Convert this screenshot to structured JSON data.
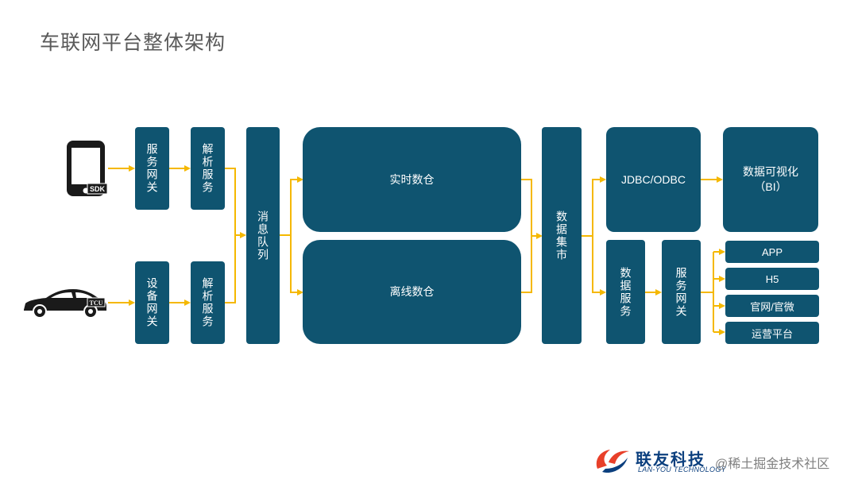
{
  "title": "车联网平台整体架构",
  "nodes": {
    "service_gw_top": "服务网关",
    "parse_top": "解析服务",
    "device_gw": "设备网关",
    "parse_bottom": "解析服务",
    "mq": "消息队列",
    "realtime_wh": "实时数仓",
    "offline_wh": "离线数仓",
    "data_mart": "数据集市",
    "jdbc": "JDBC/ODBC",
    "bi": "数据可视化\n（BI）",
    "data_service": "数据服务",
    "service_gw_right": "服务网关",
    "app": "APP",
    "h5": "H5",
    "site": "官网/官微",
    "ops": "运营平台"
  },
  "phone": {
    "label": "SDK"
  },
  "car": {
    "label": "TCU"
  },
  "brand": {
    "cn": "联友科技",
    "en": "LAN-YOU TECHNOLOGY"
  },
  "watermark": "@稀土掘金技术社区",
  "colors": {
    "box": "#0f5470",
    "arrow": "#f5b800",
    "title": "#595959"
  }
}
